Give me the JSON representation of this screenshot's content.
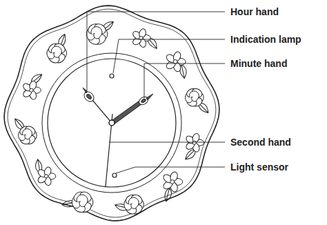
{
  "diagram": {
    "labels": [
      "Hour hand",
      "Indication lamp",
      "Minute hand",
      "Second hand",
      "Light sensor"
    ]
  }
}
